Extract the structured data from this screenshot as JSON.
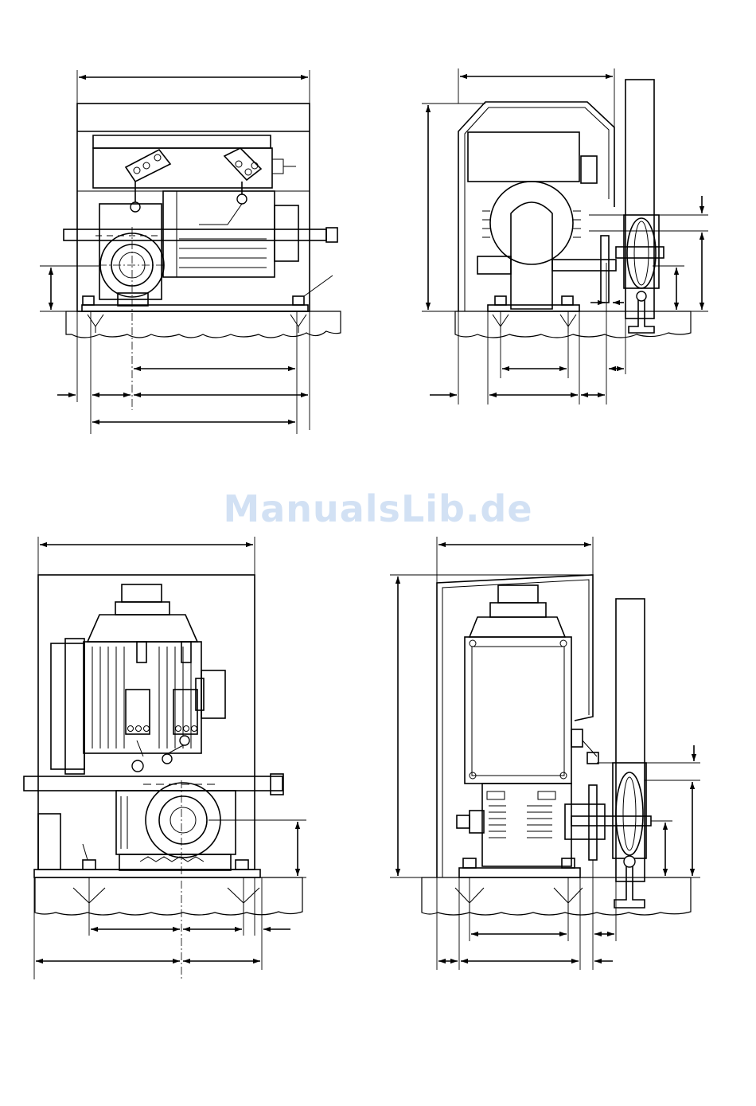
{
  "watermark": {
    "text": "ManualsLib.de",
    "color": "#9dbde8"
  },
  "drawings": [
    {
      "name": "top-left-front-view"
    },
    {
      "name": "top-right-side-view"
    },
    {
      "name": "bottom-left-front-view"
    },
    {
      "name": "bottom-right-side-view"
    }
  ],
  "icons": [
    "dimension-arrow",
    "anchor-bolt",
    "pulley",
    "motor"
  ]
}
